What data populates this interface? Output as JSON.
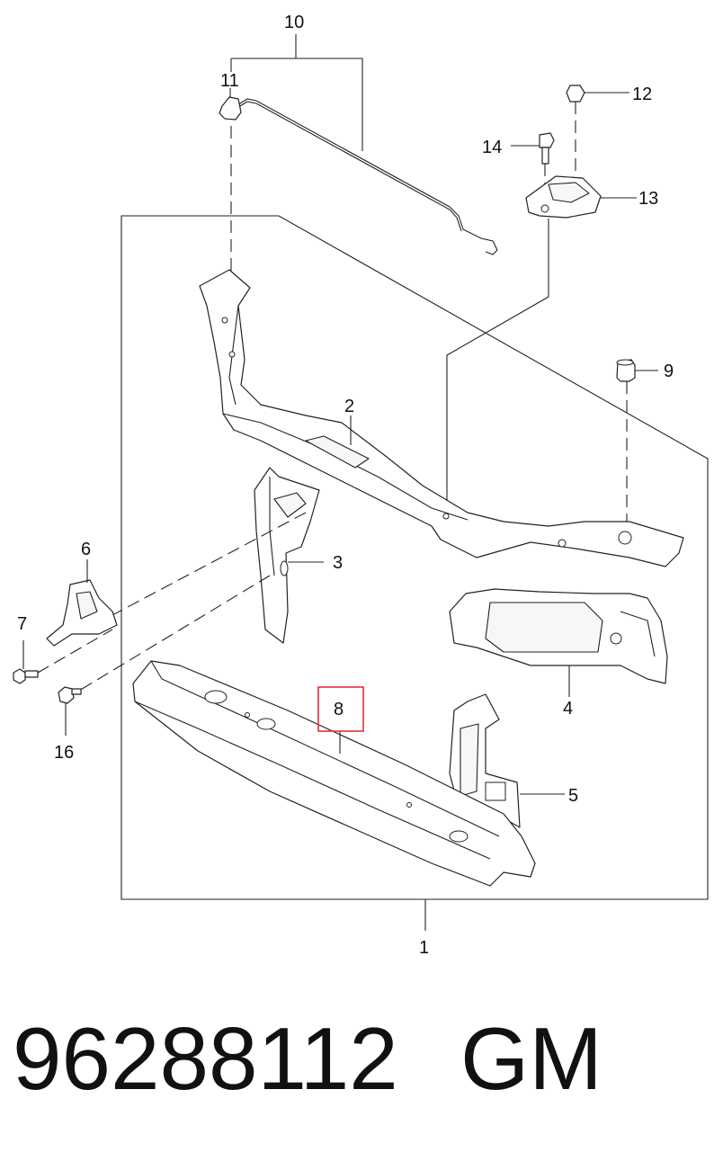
{
  "callouts": {
    "c1": "1",
    "c2": "2",
    "c3": "3",
    "c4": "4",
    "c5": "5",
    "c6": "6",
    "c7": "7",
    "c8": "8",
    "c9": "9",
    "c10": "10",
    "c11": "11",
    "c12": "12",
    "c13": "13",
    "c14": "14",
    "c16": "16"
  },
  "highlight_color": "#e0303a",
  "footer": {
    "part_number": "96288112",
    "manufacturer": "GM"
  }
}
